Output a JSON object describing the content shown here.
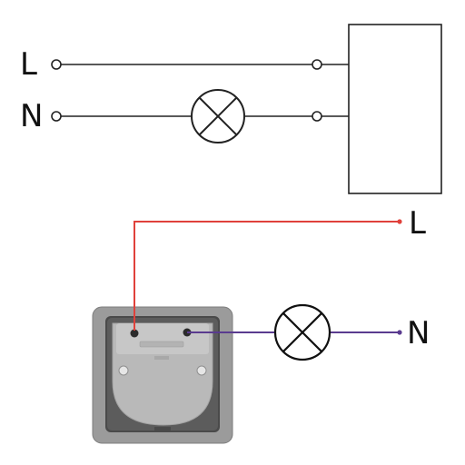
{
  "schematic": {
    "line_label": "L",
    "neutral_label": "N"
  },
  "photo_wiring": {
    "line_label": "L",
    "neutral_label": "N",
    "device_caption": "",
    "live_wire_color": "#e0413b",
    "neutral_wire_color": "#5a3b8f"
  },
  "icons": {
    "lamp": "lamp-icon",
    "terminal": "terminal-icon",
    "device": "switch-device-icon"
  }
}
